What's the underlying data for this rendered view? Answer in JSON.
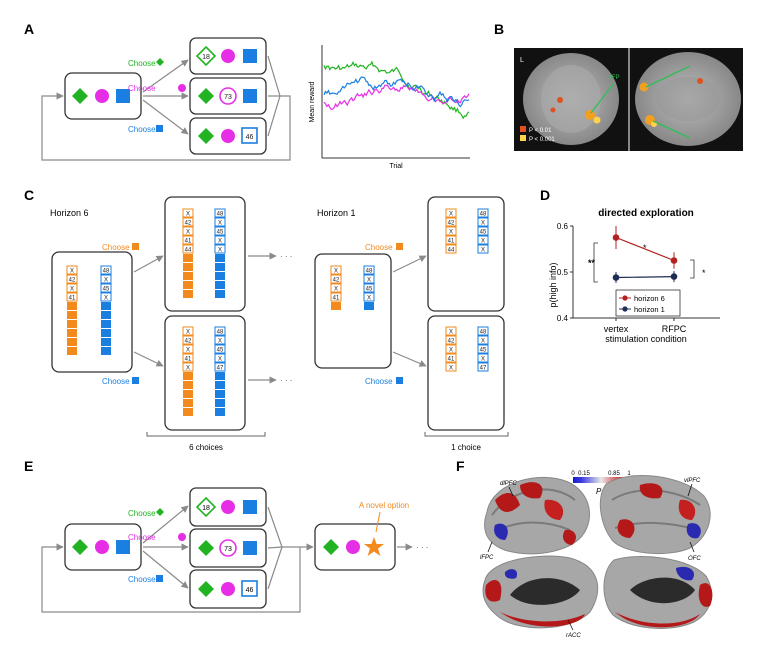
{
  "panels": {
    "a": "A",
    "b": "B",
    "c": "C",
    "d": "D",
    "e": "E",
    "f": "F"
  },
  "colors": {
    "green": "#22b322",
    "magenta": "#e62ee6",
    "blue": "#1a7fe0",
    "orange": "#f28a1e",
    "darkred": "#b22222",
    "navy": "#1f2d55"
  },
  "panel_a": {
    "choose_green": "Choose",
    "choose_magenta": "Choose",
    "choose_blue": "Choose",
    "reward_green": "18",
    "reward_magenta": "73",
    "reward_blue": "46",
    "ylabel": "Mean reward",
    "xlabel": "Trial"
  },
  "panel_b": {
    "label_L": "L",
    "label_rfp": "rFP",
    "legend_p01": "P < 0.01",
    "legend_p001": "P < 0.001"
  },
  "panel_c": {
    "h6_title": "Horizon 6",
    "h1_title": "Horizon 1",
    "choose_orange": "Choose",
    "choose_blue": "Choose",
    "orange_values": [
      "X",
      "42",
      "X",
      "41"
    ],
    "blue_values": [
      "48",
      "X",
      "45",
      "X"
    ],
    "top_orange": [
      "X",
      "42",
      "X",
      "41",
      "44"
    ],
    "top_blue": [
      "48",
      "X",
      "45",
      "X",
      "X"
    ],
    "bottom_orange": [
      "X",
      "42",
      "X",
      "41",
      "X"
    ],
    "bottom_blue": [
      "48",
      "X",
      "45",
      "X",
      "47"
    ],
    "ellipsis": "· · ·",
    "brace_6": "6 choices",
    "brace_1": "1 choice"
  },
  "panel_d": {
    "title": "directed exploration",
    "ylabel": "p(high info)",
    "xlabel": "stimulation condition",
    "sig_left": "**",
    "sig_mid": "*",
    "sig_right": "*",
    "legend": [
      "horizon 6",
      "horizon 1"
    ]
  },
  "chart_data": {
    "type": "line",
    "title": "directed exploration",
    "xlabel": "stimulation condition",
    "ylabel": "p(high info)",
    "categories": [
      "vertex",
      "RFPC"
    ],
    "ylim": [
      0.4,
      0.6
    ],
    "yticks": [
      "0.4",
      "0.5",
      "0.6"
    ],
    "series": [
      {
        "name": "horizon 6",
        "values": [
          0.575,
          0.525
        ],
        "err": [
          0.025,
          0.018
        ],
        "color": "#b22222"
      },
      {
        "name": "horizon 1",
        "values": [
          0.488,
          0.49
        ],
        "err": [
          0.012,
          0.012
        ],
        "color": "#1f2d55"
      }
    ]
  },
  "panel_e": {
    "choose_green": "Choose",
    "choose_magenta": "Choose",
    "choose_blue": "Choose",
    "reward_green": "18",
    "reward_magenta": "73",
    "reward_blue": "46",
    "novel_label": "A novel option",
    "ellipsis": "· · ·"
  },
  "panel_f": {
    "cb_ticks": [
      "0",
      "0.15",
      "0.85",
      "1"
    ],
    "cb_label": "P+",
    "lbl_dlpfc": "dlPFC",
    "lbl_vlpfc": "vlPFC",
    "lbl_lfpc": "lFPC",
    "lbl_ofc": "OFC",
    "lbl_racc": "rACC"
  }
}
